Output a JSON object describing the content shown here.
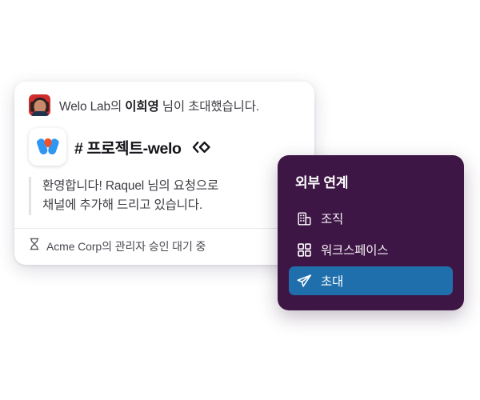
{
  "theme": {
    "page_background": "#ffffff",
    "card_background": "#ffffff",
    "panel_background": "#3e1645",
    "panel_active_background": "#1f6fad",
    "logo_blue": "#2f96f2",
    "logo_orange": "#f2512c",
    "avatar_background": "#d22d2d",
    "text_primary": "#15141a",
    "text_secondary": "#3d3d44",
    "divider": "#e9e8ec"
  },
  "invite_card": {
    "header": {
      "avatar_name": "user-avatar",
      "text_prefix": "Welo Lab의 ",
      "text_bold": "이희영",
      "text_suffix": " 님이 초대했습니다."
    },
    "channel": {
      "logo_icon": "welo-logo-icon",
      "hash": "#",
      "name": "프로젝트-welo",
      "badge_icon": "code-diamond-icon"
    },
    "body": {
      "line1": "환영합니다! Raquel 님의 요청으로",
      "line2": "채널에 추가해 드리고 있습니다."
    },
    "footer": {
      "icon": "hourglass-icon",
      "text": "Acme Corp의 관리자 승인 대기 중"
    }
  },
  "side_panel": {
    "title": "외부 연계",
    "items": [
      {
        "label": "조직",
        "icon": "building-icon",
        "active": false
      },
      {
        "label": "워크스페이스",
        "icon": "grid-workspace-icon",
        "active": false
      },
      {
        "label": "초대",
        "icon": "paper-plane-icon",
        "active": true
      }
    ]
  }
}
